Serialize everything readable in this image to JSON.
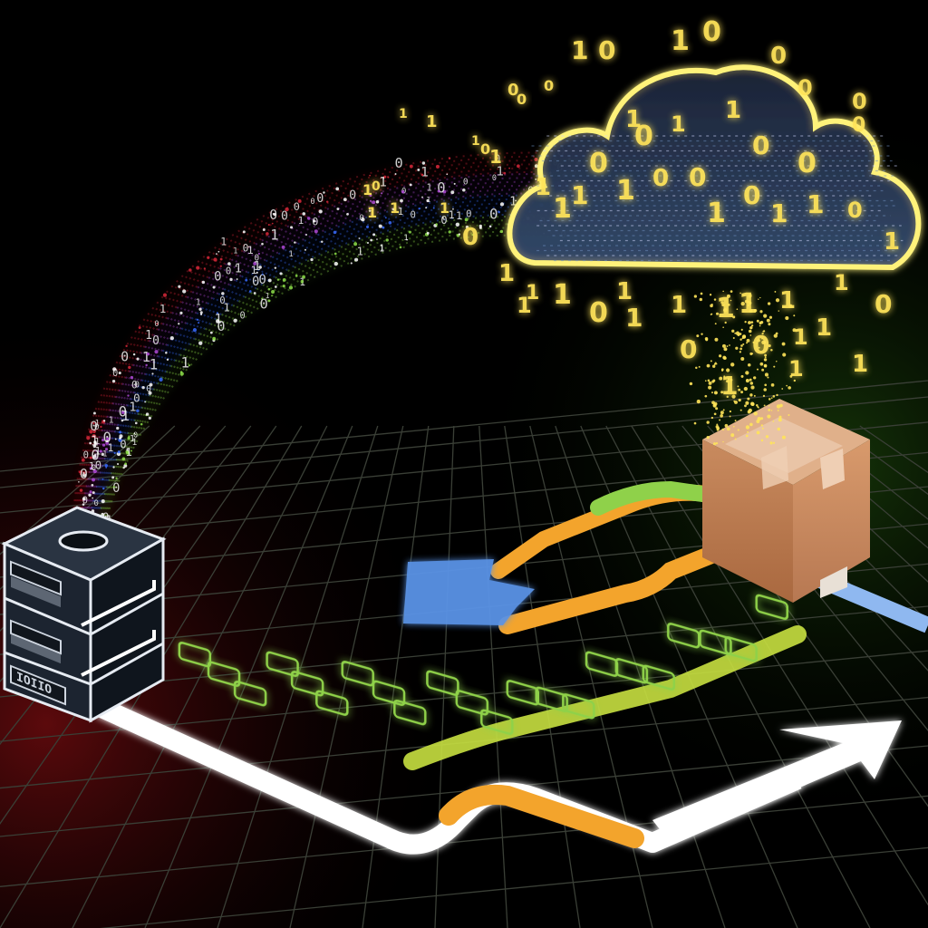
{
  "scene": {
    "colors": {
      "background": "#000000",
      "grid": "#3a3f36",
      "cloud_outline": "#fff27a",
      "binary_glow": "#ffe45a",
      "stream_red": "#d8283a",
      "stream_purple": "#b04ad8",
      "stream_blue": "#3a6cff",
      "stream_green": "#8ee04a",
      "path_white": "#ffffff",
      "path_orange": "#f3a42c",
      "path_green": "#8fd14a",
      "arrow_blue": "#5a93e6",
      "box_brown": "#c07a4e",
      "server_dark": "#1c2430"
    },
    "server": {
      "icon": "server-rack-icon",
      "unit_label": "IOIIO"
    },
    "cloud": {
      "icon": "cloud-icon"
    },
    "package": {
      "icon": "package-box-icon"
    },
    "arrows": {
      "return": {
        "icon": "arrow-left-icon"
      },
      "forward": {
        "icon": "arrow-right-icon"
      }
    },
    "binary_digits": [
      "0",
      "1"
    ]
  }
}
